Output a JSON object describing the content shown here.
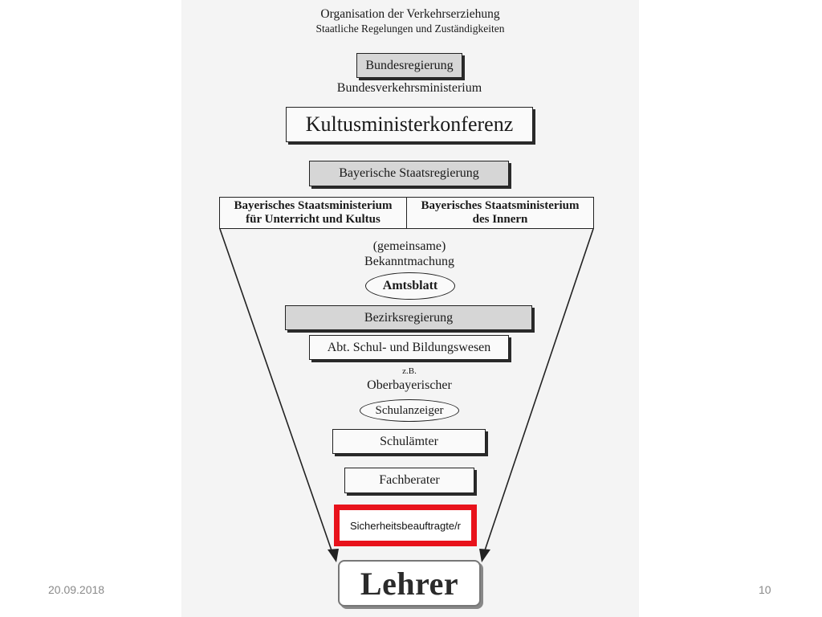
{
  "diagram": {
    "title": "Organisation der Verkehrserziehung",
    "subtitle": "Staatliche Regelungen und Zuständigkeiten",
    "bundesregierung": "Bundesregierung",
    "bundesverkehrsministerium": "Bundesverkehrsministerium",
    "kultusministerkonferenz": "Kultusministerkonferenz",
    "staatsregierung": "Bayerische Staatsregierung",
    "ministerium_kultus": [
      "Bayerisches Staatsministerium",
      "für Unterricht und Kultus"
    ],
    "ministerium_innern": [
      "Bayerisches Staatsministerium",
      "des Innern"
    ],
    "bekanntmachung": [
      "(gemeinsame)",
      "Bekanntmachung"
    ],
    "amtsblatt": "Amtsblatt",
    "bezirksregierung": "Bezirksregierung",
    "abteilung": "Abt. Schul- und Bildungswesen",
    "zb": "z.B.",
    "oberbayerischer": "Oberbayerischer",
    "schulanzeiger": "Schulanzeiger",
    "schulaemter": "Schulämter",
    "fachberater": "Fachberater",
    "sicherheitsbeauftragte": "Sicherheitsbeauftragte/r",
    "lehrer": "Lehrer"
  },
  "footer": {
    "date": "20.09.2018",
    "page": "10"
  },
  "colors": {
    "highlight": "#e8121b",
    "gray_box": "#d6d6d6"
  }
}
